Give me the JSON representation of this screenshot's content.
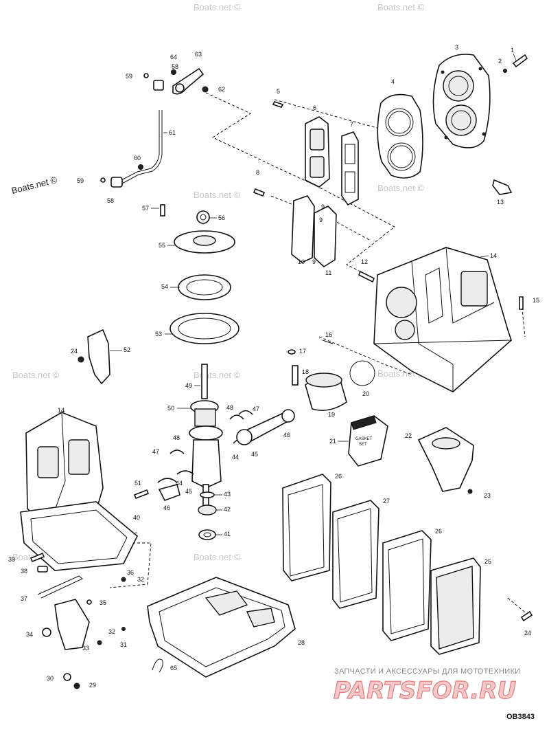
{
  "diagram": {
    "code": "OB3843",
    "watermark_text": "Boats.net ©",
    "brand_subtitle": "ЗАПЧАСТИ И АКСЕССУАРЫ ДЛЯ МОТОТЕХНИКИ",
    "brand_name": "PARTSFOR.RU",
    "part_numbers": [
      "1",
      "2",
      "3",
      "4",
      "5",
      "6",
      "7",
      "8",
      "9",
      "10",
      "11",
      "12",
      "13",
      "14",
      "15",
      "16",
      "17",
      "18",
      "19",
      "20",
      "21",
      "22",
      "23",
      "24",
      "25",
      "26",
      "27",
      "28",
      "29",
      "30",
      "31",
      "32",
      "33",
      "34",
      "35",
      "36",
      "37",
      "38",
      "39",
      "40",
      "41",
      "42",
      "43",
      "44",
      "45",
      "46",
      "47",
      "48",
      "49",
      "50",
      "51",
      "52",
      "53",
      "54",
      "55",
      "56",
      "57",
      "58",
      "59",
      "60",
      "61",
      "62",
      "63",
      "64",
      "65"
    ],
    "gasket_box_text": [
      "GASKET",
      "SET"
    ]
  }
}
